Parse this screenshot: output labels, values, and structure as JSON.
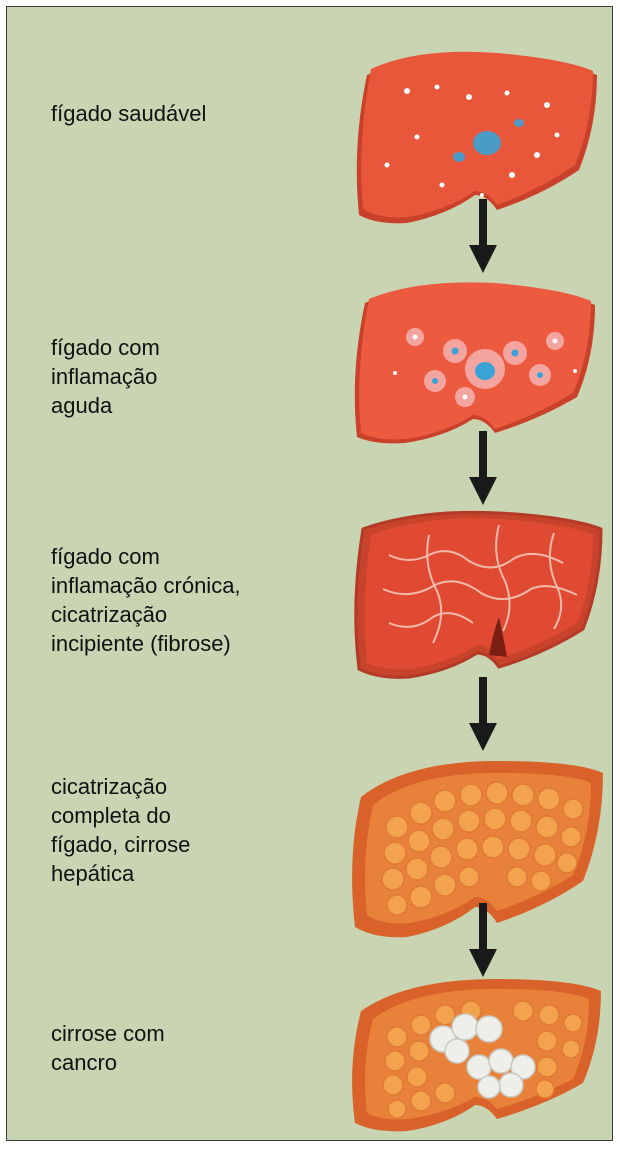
{
  "stages": [
    {
      "id": "healthy",
      "label": "fígado saudável"
    },
    {
      "id": "acute",
      "label": "fígado com\ninflamação\naguda"
    },
    {
      "id": "chronic",
      "label": "fígado com\ninflamação crónica,\ncicatrização\nincipiente (fibrose)"
    },
    {
      "id": "cirrhosis",
      "label": "cicatrização\ncompleta do\nfígado, cirrose\nhepática"
    },
    {
      "id": "cancer",
      "label": "cirrose com\ncancro"
    }
  ],
  "colors": {
    "background": "#c9d4b2",
    "border": "#3a3a3a",
    "text": "#111111",
    "arrow": "#1a1a1a",
    "healthy_liver": "#e8573a",
    "inflamed_liver": "#ec5a40",
    "fibrotic_liver": "#e04a32",
    "cirrhotic_liver": "#e8823a",
    "cirrhotic_nodule": "#f3a24e",
    "tumor": "#eeeeea"
  }
}
